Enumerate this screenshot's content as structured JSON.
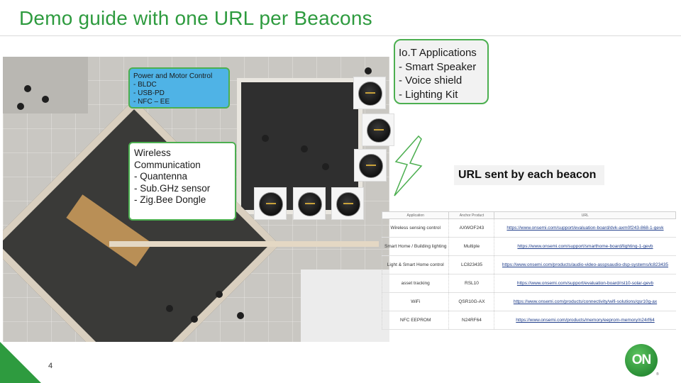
{
  "title": "Demo guide with one URL per  Beacons",
  "callouts": {
    "power": "Power and Motor Control\n- BLDC\n- USB-PD\n- NFC – EE",
    "wireless": "Wireless Communication\n- Quantenna\n- Sub.GHz sensor\n- Zig.Bee Dongle",
    "iot": "Io.T Applications\n- Smart Speaker\n- Voice shield\n- Lighting Kit"
  },
  "url_caption": "URL sent by each beacon",
  "url_table": {
    "headers": [
      "Application",
      "Anchor Product",
      "URL"
    ],
    "rows": [
      [
        "Wireless sensing control",
        "AXWOF243",
        "https://www.onsemi.com/support/evaluation-board/dvk-axm0f243-868-1-gevk"
      ],
      [
        "Smart Home / Building lighting",
        "Multiple",
        "https://www.onsemi.com/support/smarthome-board/lighting-1-gevb"
      ],
      [
        "Light & Smart Home control",
        "LC823435",
        "https://www.onsemi.com/products/audio-video-asspsaudio-dsp-systems/lc823435"
      ],
      [
        "asset tracking",
        "RSL10",
        "https://www.onsemi.com/support/evaluation-board/rsl10-solar-gevb"
      ],
      [
        "WiFi",
        "QSR10G-AX",
        "https://www.onsemi.com/products/connectivity/wifi-solutions/qsr10g-ax"
      ],
      [
        "NFC EEPROM",
        "N24RF64",
        "https://www.onsemi.com/products/memory/eeprom-memory/n24rf64"
      ]
    ]
  },
  "page_number": "4",
  "logo_text": "ON",
  "trademark": "®",
  "colors": {
    "title_green": "#2e9b3f",
    "callout_border": "#4caf50",
    "power_fill": "#4fb3e6"
  }
}
